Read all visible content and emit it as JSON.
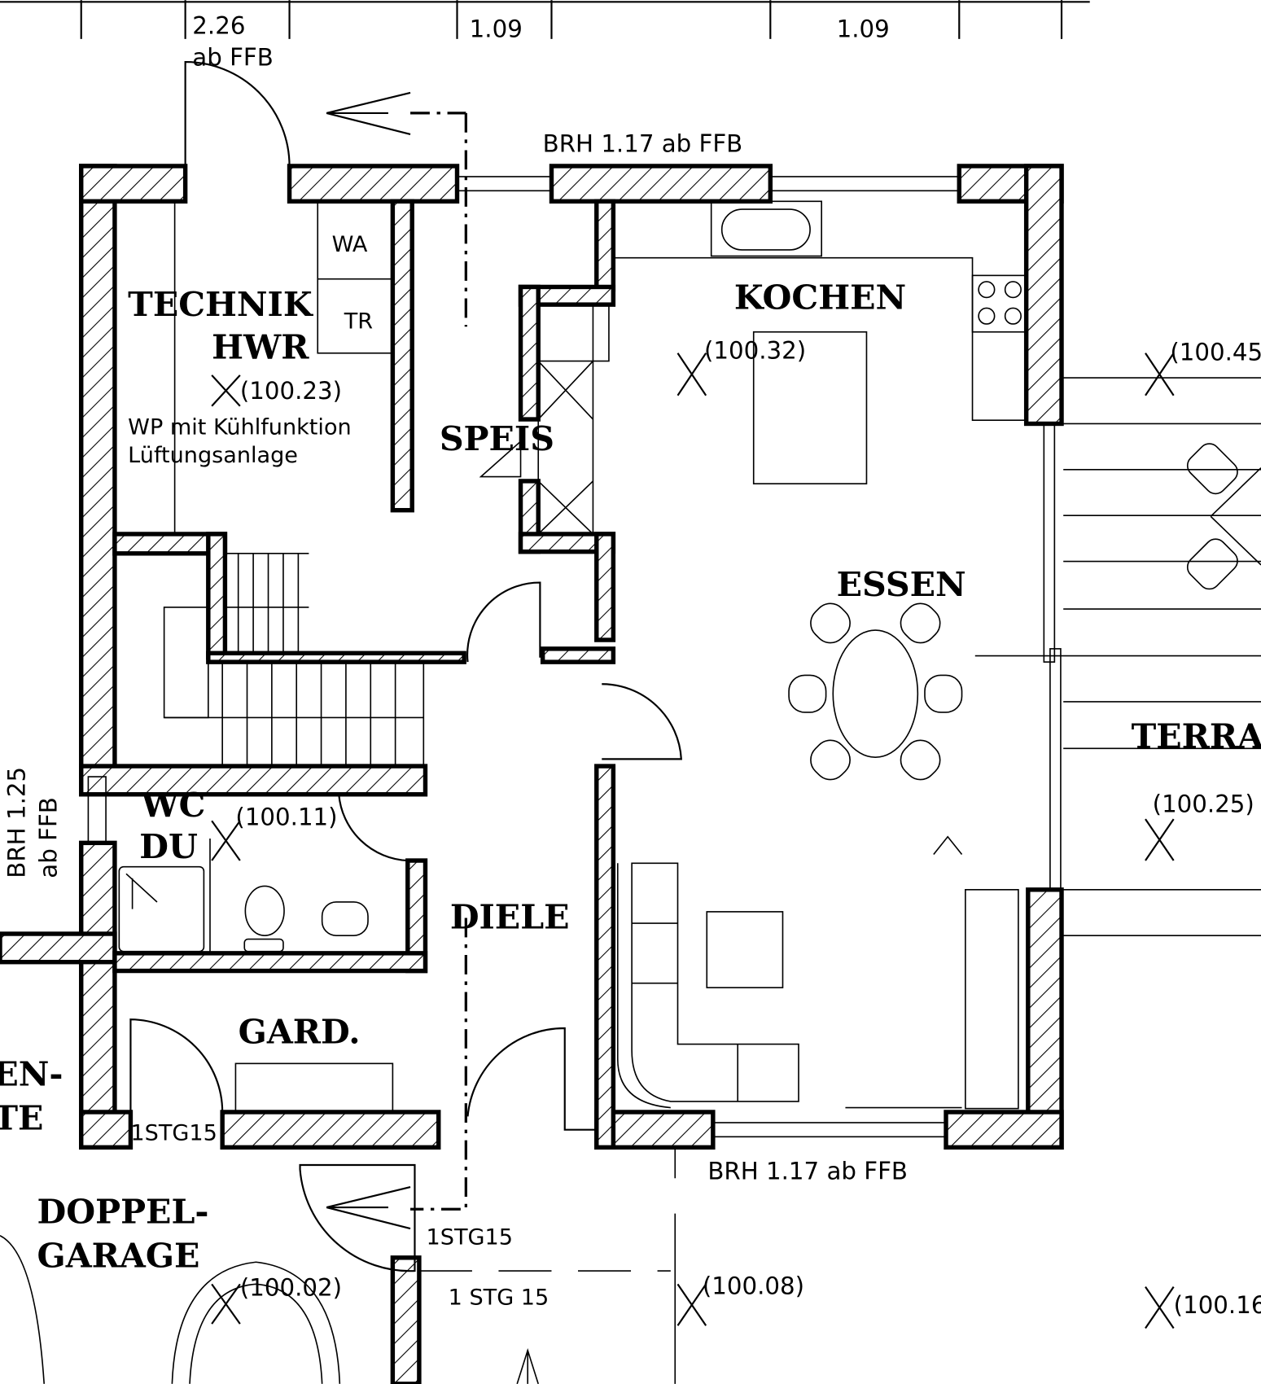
{
  "dimensions": {
    "d1": "2.26",
    "d2": "1.09",
    "d3": "1.09",
    "d1_note": "ab FFB"
  },
  "annotations": {
    "brh_top": "BRH 1.17 ab FFB",
    "brh_bottom": "BRH 1.17 ab FFB",
    "brh_left_1": "BRH 1.25",
    "brh_left_2": "ab FFB",
    "wp": "WP mit Kühlfunktion",
    "lueftung": "Lüftungsanlage",
    "wa": "WA",
    "tr": "TR",
    "stg1": "1STG15",
    "stg2": "1STG15",
    "stg3": "1 STG 15"
  },
  "rooms": {
    "technik": "TECHNIK",
    "hwr": "HWR",
    "kochen": "KOCHEN",
    "speis": "SPEIS",
    "essen": "ESSEN",
    "terrasse": "TERRAS",
    "wc": "WC",
    "du": "DU",
    "diele": "DIELE",
    "gard": "GARD.",
    "garage1": "DOPPEL-",
    "garage2": "GARAGE",
    "cut1": "EN-",
    "cut2": "TE"
  },
  "levels": {
    "technik": "(100.23)",
    "kochen": "(100.32)",
    "terrasse_top": "(100.45",
    "wc": "(100.11)",
    "terrasse": "(100.25)",
    "garage": "(100.02)",
    "entry": "(100.08)",
    "right_bottom": "(100.16"
  }
}
